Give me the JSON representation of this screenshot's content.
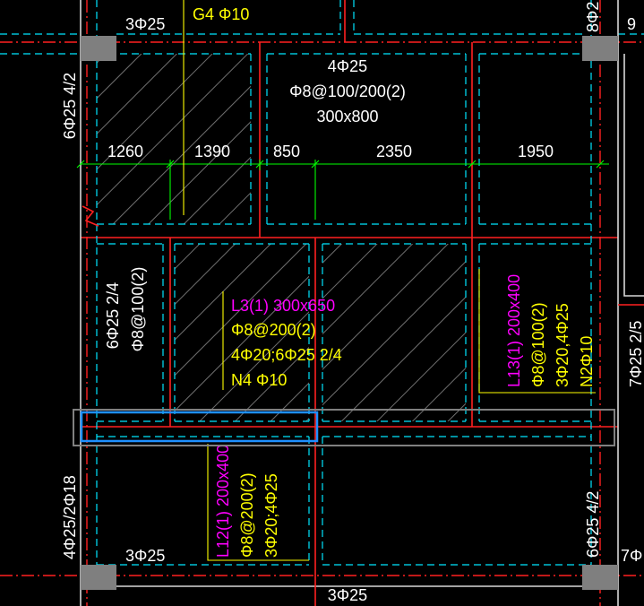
{
  "colors": {
    "background": "#000000",
    "beam_line": "#ff2020",
    "beam_edge": "#00e5ff",
    "dimension": "#00ff00",
    "rebar_text": "#ffff00",
    "beam_name": "#ff00ff",
    "plain_text": "#ffffff",
    "column": "#7f7f7f",
    "hatch": "#8c8c8c",
    "selection": "#1e90ff",
    "selection_frame": "#808080"
  },
  "top_beam": {
    "left_support": "3Φ25",
    "g4": "G4 Φ10",
    "right_support_partial": "8Φ2",
    "right_edge_partial": "9"
  },
  "main_beam": {
    "top_rebar": "4Φ25",
    "stirrup": "Φ8@100/200(2)",
    "section": "300x800"
  },
  "dimensions": [
    "1260",
    "1390",
    "850",
    "2350",
    "1950"
  ],
  "left_beam": {
    "top_support": "6Φ25 4/2",
    "mid_support": "6Φ25 2/4",
    "mid_stirrup": "Φ8@100(2)",
    "bottom_support": "4Φ25/2Φ18"
  },
  "L3": {
    "name": "L3(1) 300x650",
    "stirrup": "Φ8@200(2)",
    "rebar": "4Φ20;6Φ25 2/4",
    "torsion": "N4 Φ10"
  },
  "L13": {
    "name": "L13(1) 200x400",
    "stirrup": "Φ8@100(2)",
    "rebar": "3Φ20,4Φ25",
    "torsion": "N2Φ10"
  },
  "L12": {
    "name": "L12(1) 200x400",
    "stirrup": "Φ8@200(2)",
    "rebar": "3Φ20;4Φ25"
  },
  "right_beam": {
    "mid_support": "7Φ25 2/5",
    "bottom_support": "6Φ25 4/2",
    "bottom_edge_partial": "7Φ"
  },
  "bottom_beam": {
    "left_support": "3Φ25",
    "bottom_rebar": "3Φ25"
  }
}
